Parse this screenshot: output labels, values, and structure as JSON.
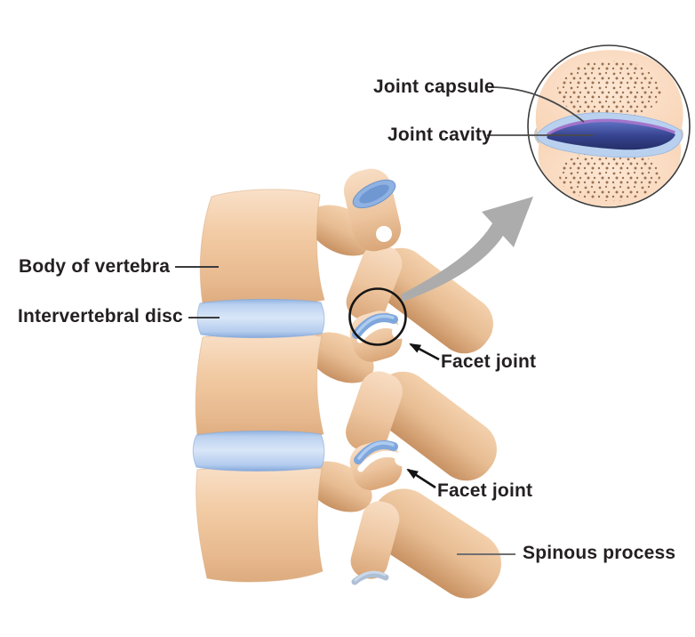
{
  "labels": {
    "joint_capsule": "Joint capsule",
    "joint_cavity": "Joint cavity",
    "body_of_vertebra": "Body of vertebra",
    "intervertebral_disc": "Intervertebral disc",
    "facet_joint_upper": "Facet joint",
    "facet_joint_lower": "Facet joint",
    "spinous_process": "Spinous process"
  },
  "colors": {
    "background": "#FFFFFF",
    "bone_light": "#F9E0C8",
    "bone_mid": "#EFC6A0",
    "bone_shadow": "#C89263",
    "disc_blue": "#B9D0F0",
    "facet_cartilage_blue": "#7FA7DC",
    "inset_bone": "#F8D2B3",
    "inset_speckle": "#9B7150",
    "capsule_gray": "#C8C8C8",
    "cartilage_light_blue": "#B9D1EF",
    "cavity_dark_blue": "#36438F",
    "cavity_rim_purple": "#A274CA",
    "magnifier_arrow_gray": "#ACACAC",
    "annotation_black": "#141414",
    "label_text": "#242021"
  }
}
